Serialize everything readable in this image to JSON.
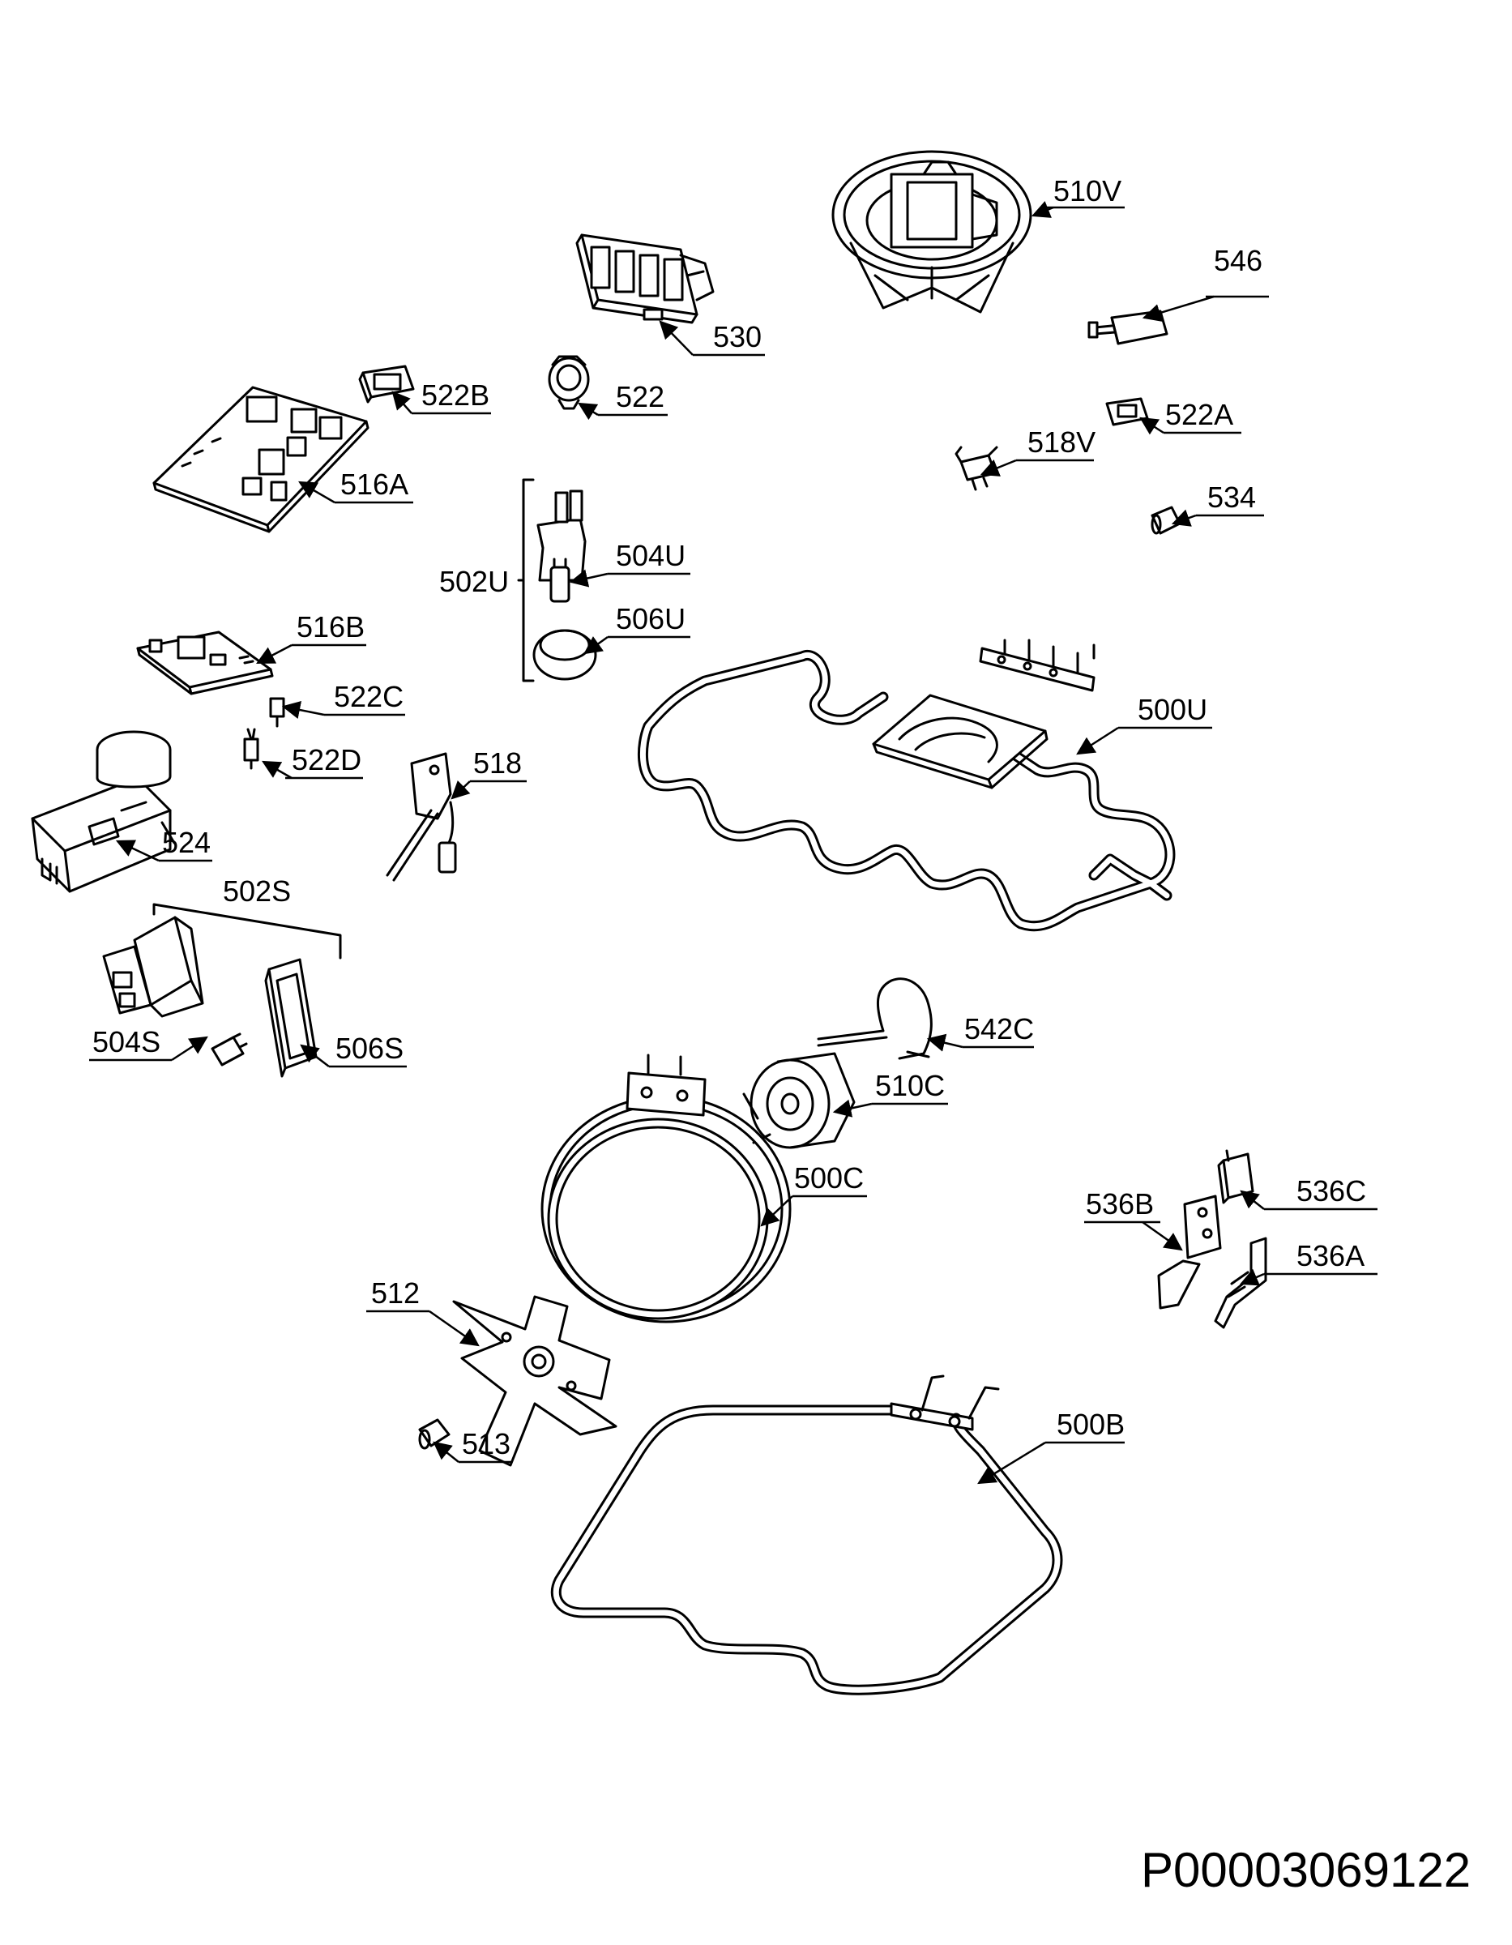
{
  "labels": {
    "l510V": "510V",
    "l546": "546",
    "l530": "530",
    "l522B": "522B",
    "l522": "522",
    "l516A": "516A",
    "l522A": "522A",
    "l518V": "518V",
    "l534": "534",
    "l502U": "502U",
    "l504U": "504U",
    "l506U": "506U",
    "l516B": "516B",
    "l522C": "522C",
    "l500U": "500U",
    "l522D": "522D",
    "l518": "518",
    "l524": "524",
    "l502S": "502S",
    "l504S": "504S",
    "l506S": "506S",
    "l542C": "542C",
    "l510C": "510C",
    "l500C": "500C",
    "l536C": "536C",
    "l536B": "536B",
    "l536A": "536A",
    "l512": "512",
    "l500B": "500B",
    "l513": "513"
  },
  "document_id": "P00003069122"
}
